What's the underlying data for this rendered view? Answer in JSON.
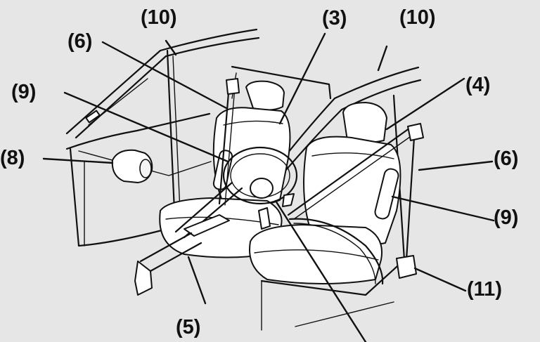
{
  "callouts": {
    "c10_left": "(10)",
    "c10_right": "(10)",
    "c3": "(3)",
    "c6_left": "(6)",
    "c6_right": "(6)",
    "c4": "(4)",
    "c9_left": "(9)",
    "c9_right": "(9)",
    "c8": "(8)",
    "c11": "(11)",
    "c5": "(5)"
  },
  "colors": {
    "background": "#e6e6e6",
    "ink": "#111111",
    "part_fill": "#ffffff"
  }
}
